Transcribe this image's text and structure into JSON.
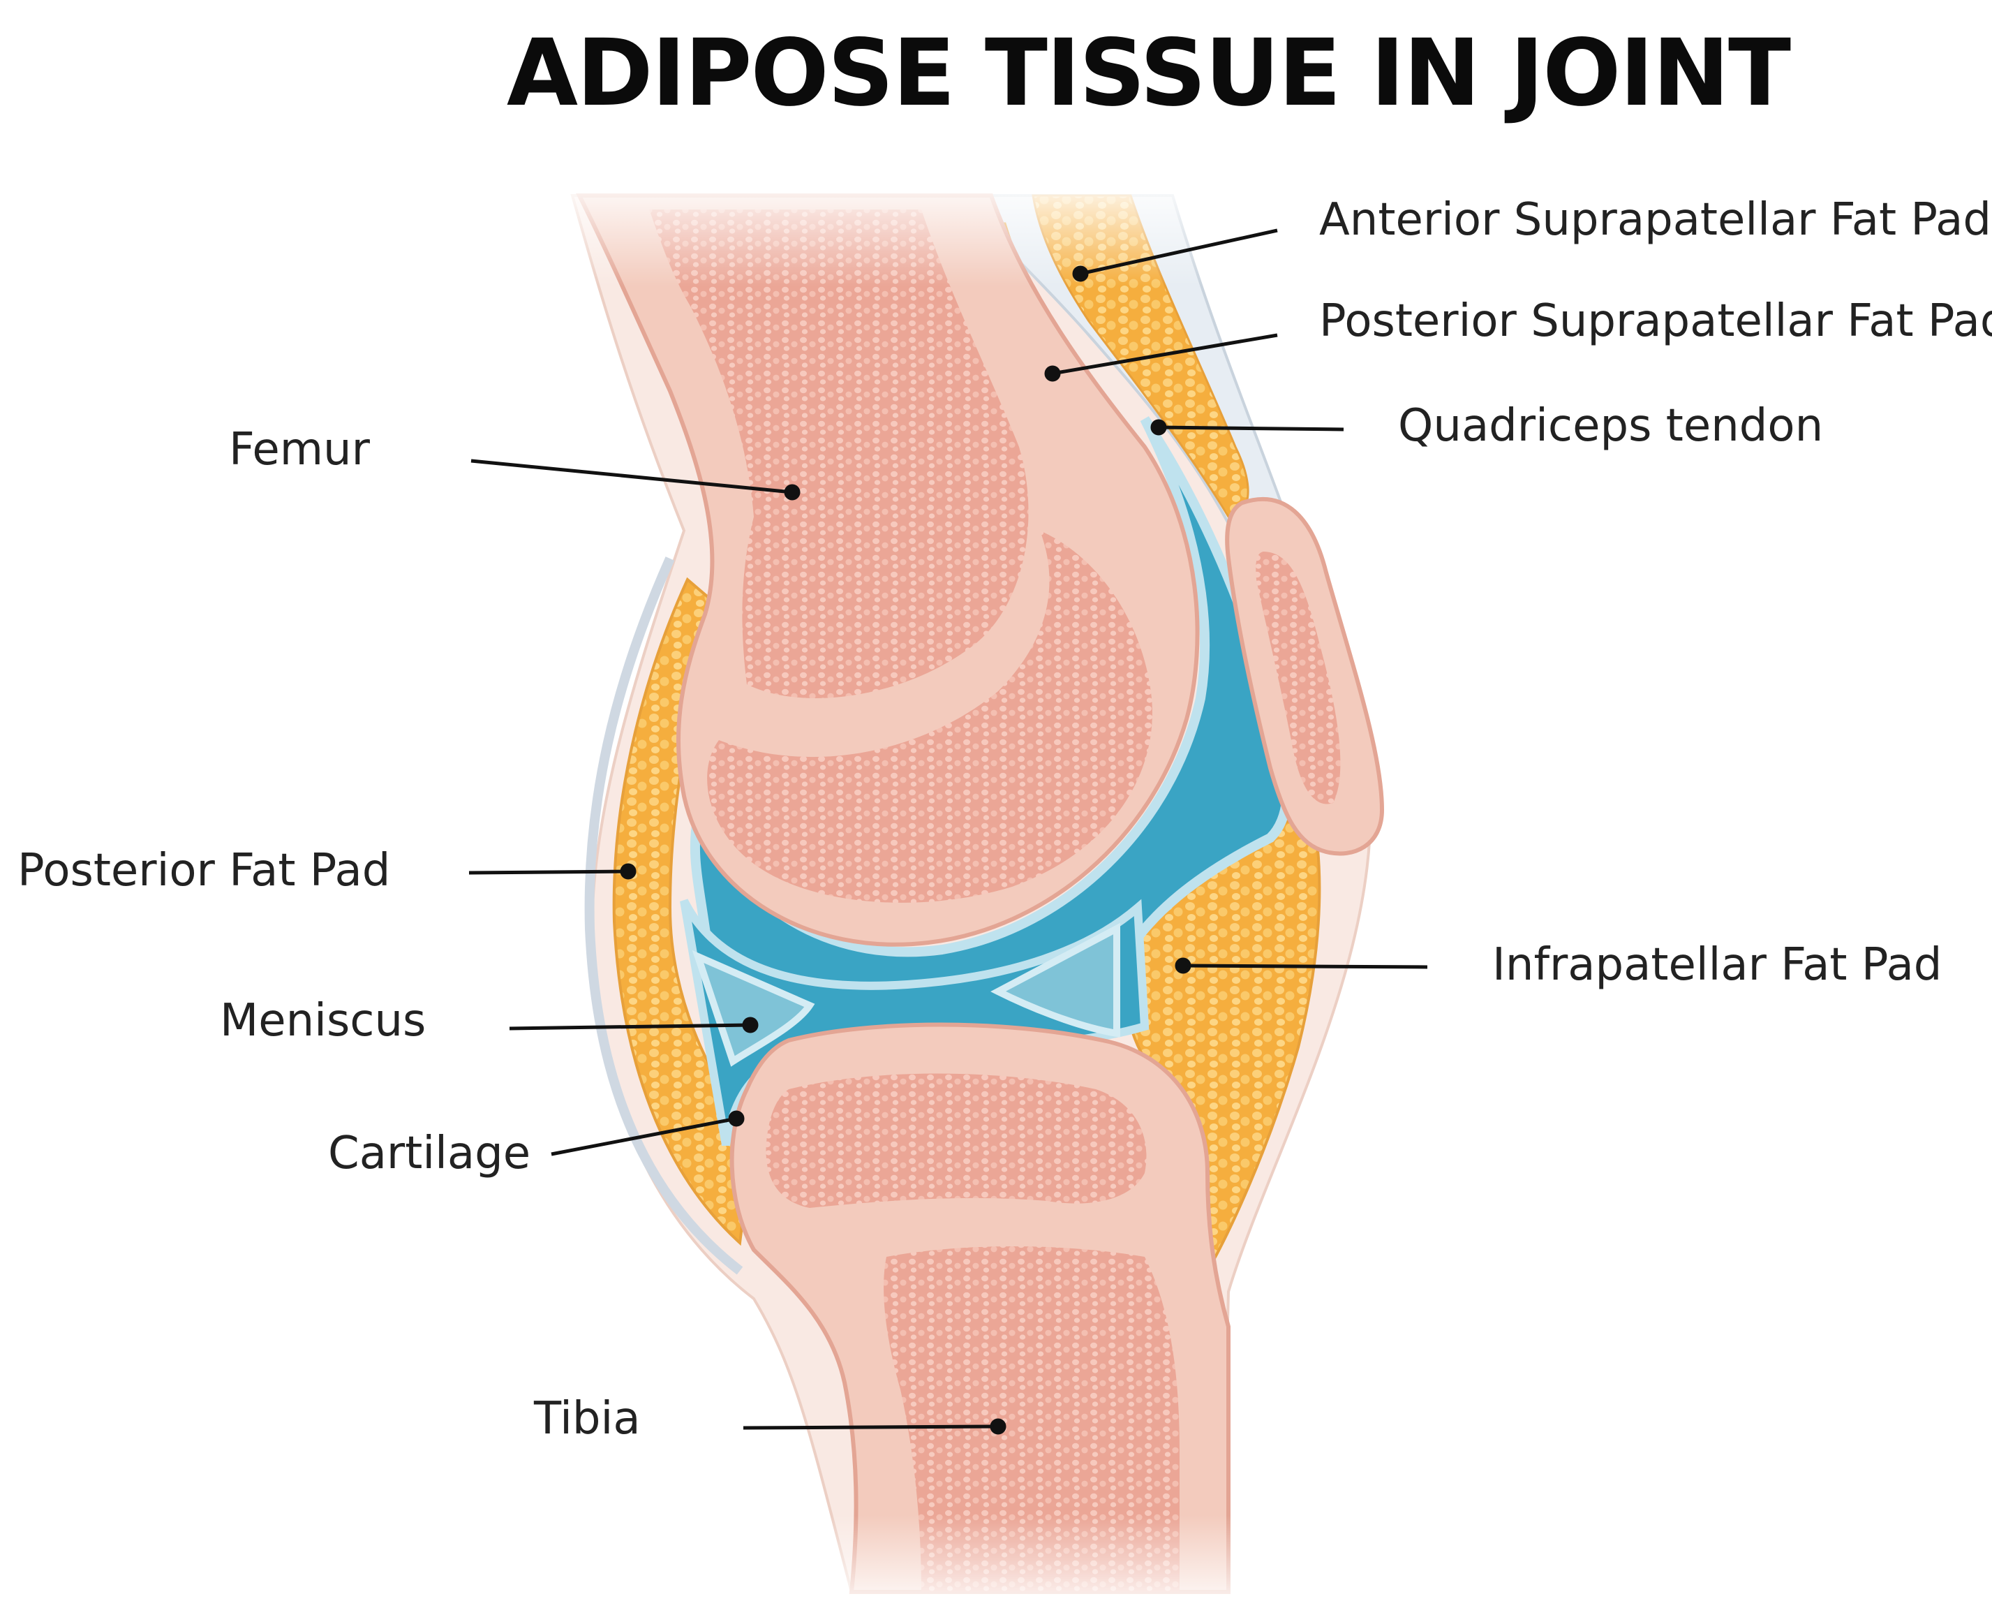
{
  "title": "ADIPOSE TISSUE IN JOINT",
  "colors": {
    "bone_fill": "#f2c8ba",
    "bone_outline": "#e2a090",
    "marrow_fill": "#e8a698",
    "fat_fill": "#f8bd55",
    "synovial_fluid": "#36a2c2",
    "synovial_light": "#c3e6f1",
    "tendon_fill": "#e8eef3",
    "skin_fill": "#f9e7e1",
    "leader_line": "#111111"
  },
  "labels": {
    "femur": "Femur",
    "anterior_suprapatellar": "Anterior Suprapatellar Fat Pad",
    "posterior_suprapatellar": "Posterior Suprapatellar Fat Pad",
    "quadriceps": "Quadriceps tendon",
    "posterior_fat_pad": "Posterior Fat Pad",
    "meniscus": "Meniscus",
    "cartilage": "Cartilage",
    "infrapatellar": "Infrapatellar Fat Pad",
    "tibia": "Tibia"
  }
}
